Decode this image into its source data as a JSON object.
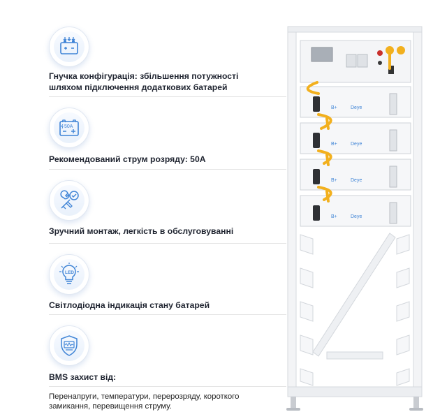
{
  "features": [
    {
      "icon": "battery-expand-icon",
      "title": "Гнучка конфігурація: збільшення потужності шляхом підключення додаткових батарей"
    },
    {
      "icon": "battery-50a-icon",
      "icon_text": "50A",
      "title": "Рекомендований струм розряду: 50A"
    },
    {
      "icon": "tools-check-icon",
      "title": "Зручний монтаж, легкість в обслуговуванні"
    },
    {
      "icon": "led-bulb-icon",
      "icon_text": "LED",
      "title": "Світлодіодна індикація стану батарей"
    },
    {
      "icon": "bms-shield-icon",
      "title": "BMS захист від:"
    }
  ],
  "bms_description": "Перенапруги, температури, перерозряду, короткого замикання, перевищення струму.",
  "rack": {
    "module_labels": [
      "B+",
      "B+",
      "B+",
      "B+"
    ],
    "brand": "Deye",
    "accent_color": "#f2b01e",
    "frame_color": "#eef0f2"
  }
}
